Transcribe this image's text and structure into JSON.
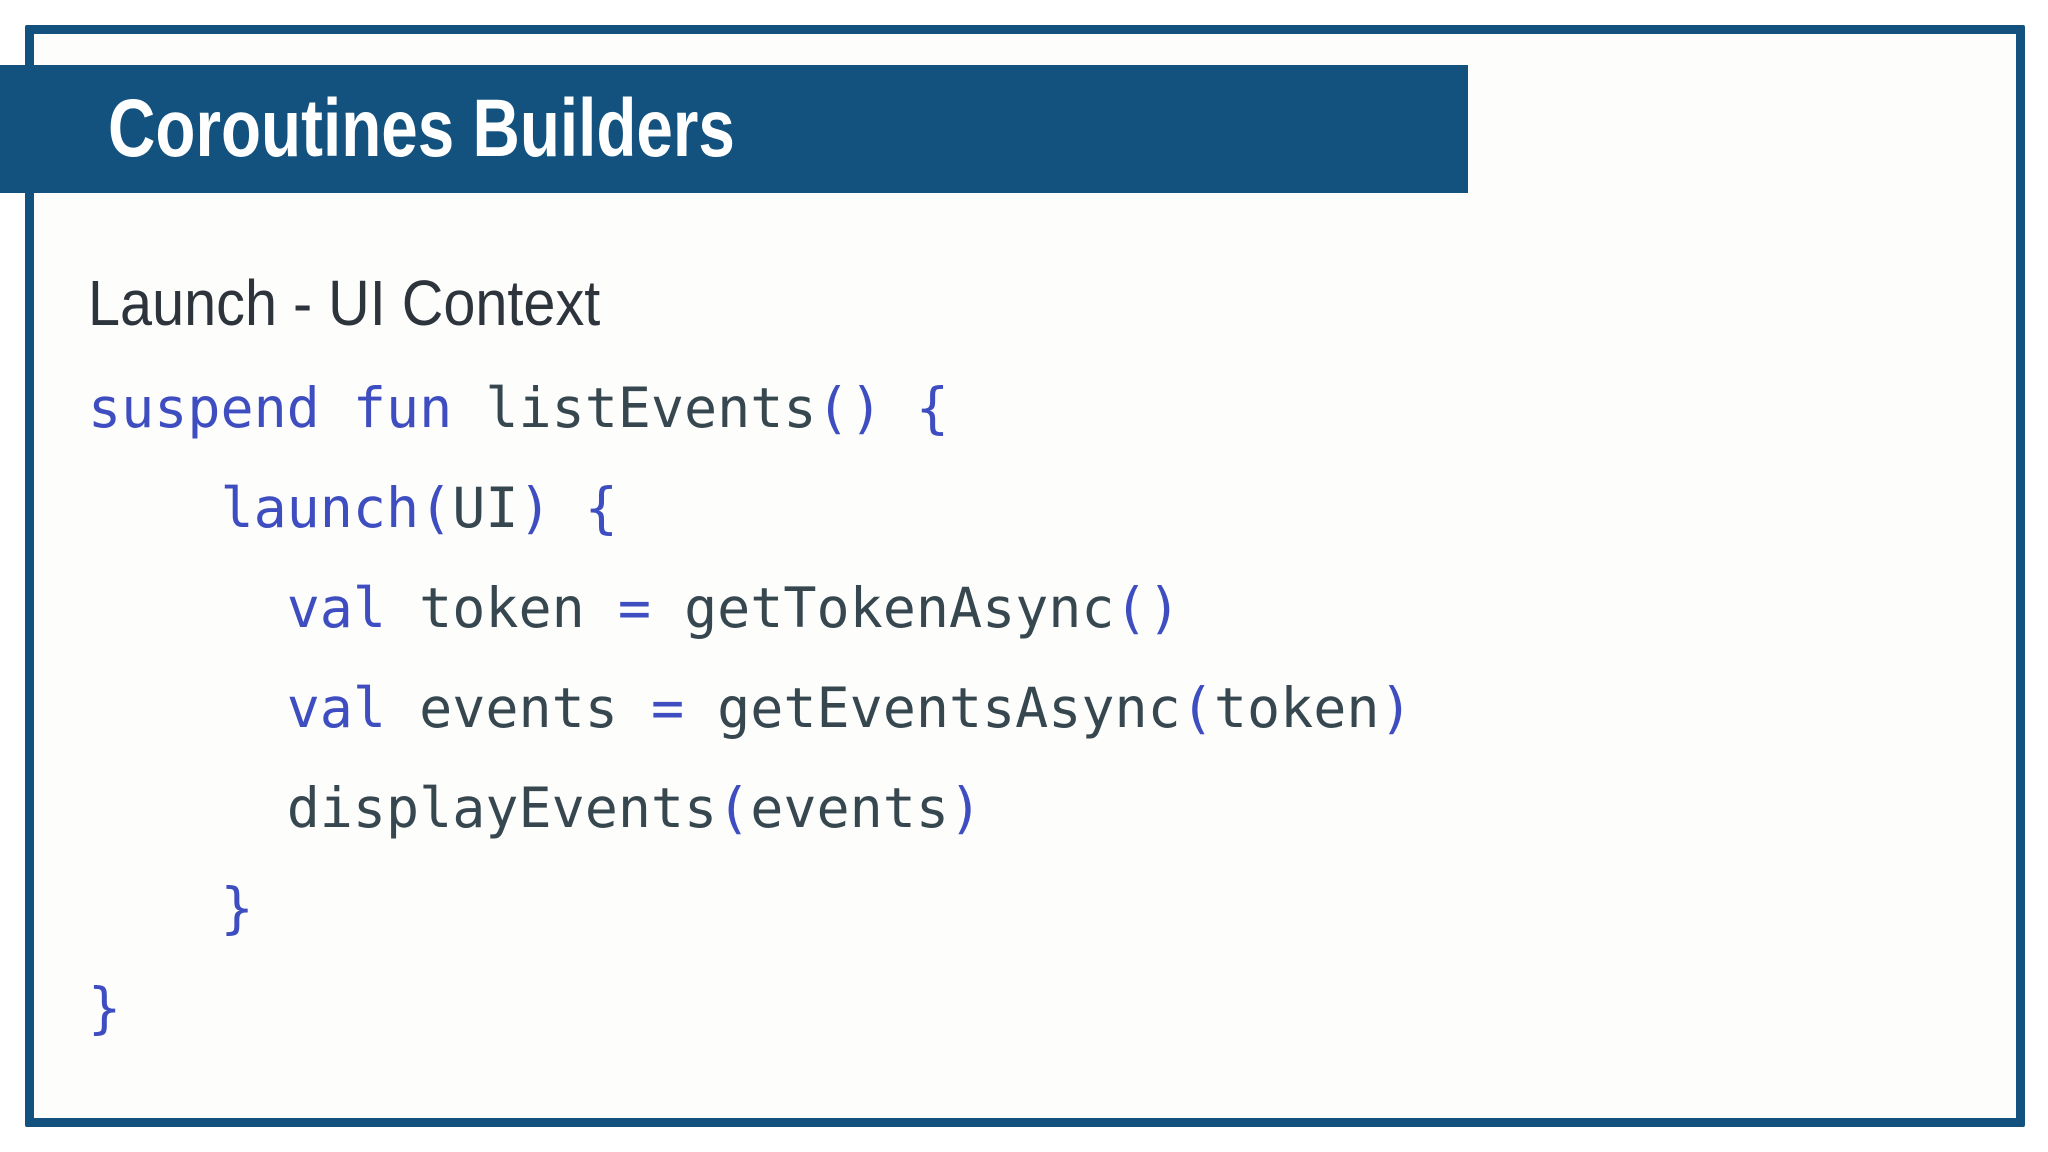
{
  "slide": {
    "title": "Coroutines Builders",
    "subtitle": "Launch - UI Context"
  },
  "colors": {
    "frame_blue": "#13527E",
    "keyword_blue": "#3E4DC0",
    "code_text": "#37474F",
    "heading_text": "#2D343C",
    "title_text": "#FFFFFF",
    "slide_background": "#FDFDFC"
  },
  "code": {
    "language": "kotlin",
    "lines": [
      {
        "indent": 0,
        "segments": [
          {
            "text": "suspend fun ",
            "style": "keyword"
          },
          {
            "text": "listEvents",
            "style": "plain"
          },
          {
            "text": "() {",
            "style": "keyword"
          }
        ]
      },
      {
        "indent": 4,
        "segments": [
          {
            "text": "launch(",
            "style": "keyword"
          },
          {
            "text": "UI",
            "style": "plain"
          },
          {
            "text": ") {",
            "style": "keyword"
          }
        ]
      },
      {
        "indent": 6,
        "segments": [
          {
            "text": "val ",
            "style": "keyword"
          },
          {
            "text": "token ",
            "style": "plain"
          },
          {
            "text": "= ",
            "style": "keyword"
          },
          {
            "text": "getTokenAsync",
            "style": "plain"
          },
          {
            "text": "()",
            "style": "keyword"
          }
        ]
      },
      {
        "indent": 6,
        "segments": [
          {
            "text": "val ",
            "style": "keyword"
          },
          {
            "text": "events ",
            "style": "plain"
          },
          {
            "text": "= ",
            "style": "keyword"
          },
          {
            "text": "getEventsAsync",
            "style": "plain"
          },
          {
            "text": "(",
            "style": "keyword"
          },
          {
            "text": "token",
            "style": "plain"
          },
          {
            "text": ")",
            "style": "keyword"
          }
        ]
      },
      {
        "indent": 6,
        "segments": [
          {
            "text": "displayEvents",
            "style": "plain"
          },
          {
            "text": "(",
            "style": "keyword"
          },
          {
            "text": "events",
            "style": "plain"
          },
          {
            "text": ")",
            "style": "keyword"
          }
        ]
      },
      {
        "indent": 4,
        "segments": [
          {
            "text": "}",
            "style": "keyword"
          }
        ]
      },
      {
        "indent": 0,
        "segments": [
          {
            "text": "}",
            "style": "keyword"
          }
        ]
      }
    ]
  }
}
